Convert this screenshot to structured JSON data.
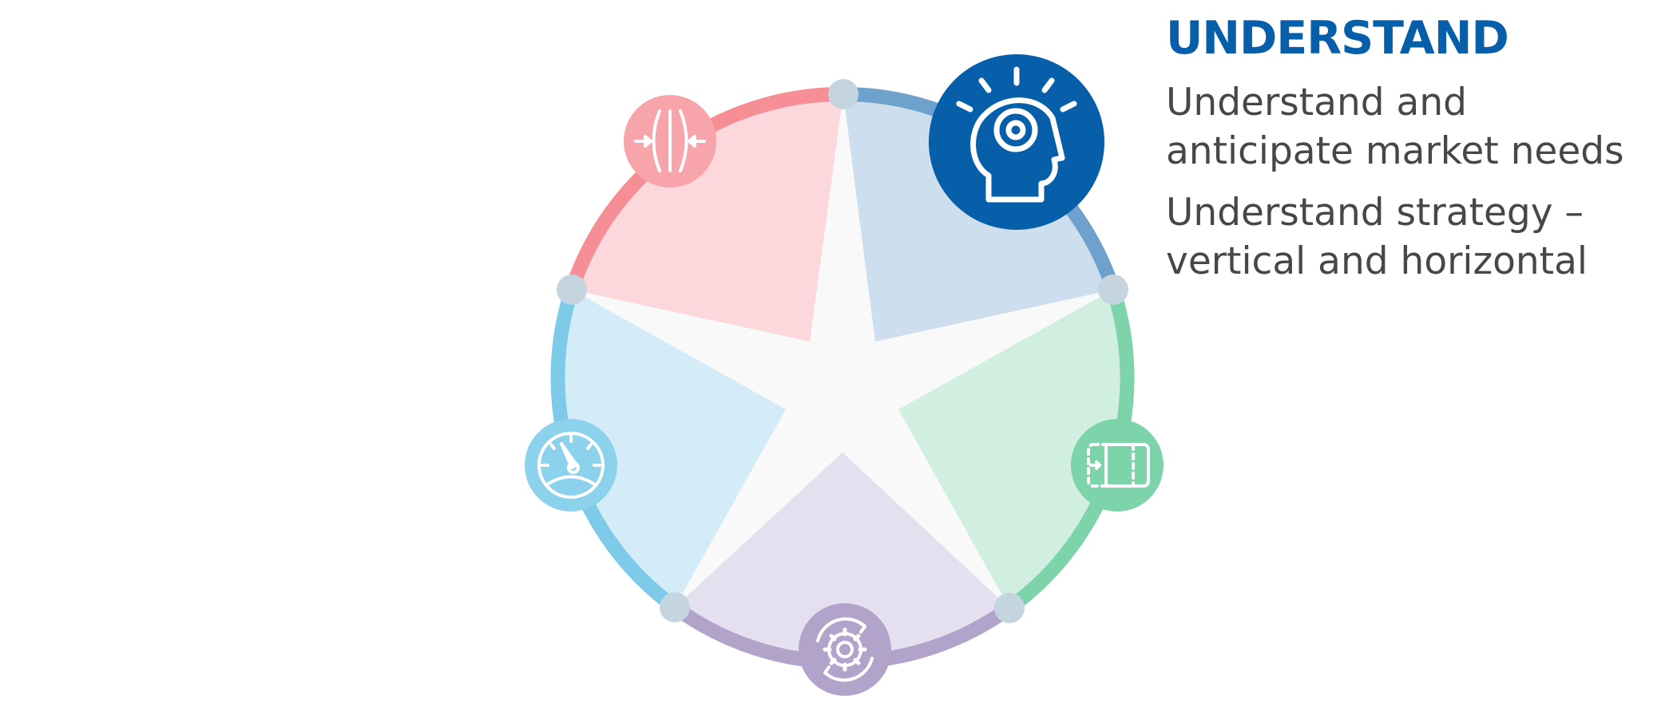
{
  "colors": {
    "understand": "#065fa8",
    "understand_light": "#cddfee",
    "understand_ring": "#6ea2cc",
    "green": "#7dd4aa",
    "green_light": "#d0efe0",
    "purple": "#b2a3cb",
    "purple_light": "#e4e0ef",
    "sky": "#8dd2ec",
    "sky_light": "#d3ecf7",
    "sky_ring": "#7ecae9",
    "pink": "#f8a4ab",
    "pink_light": "#fcd8dc",
    "pink_ring": "#f58e95",
    "node": "#c5d5df",
    "star": "#f9f9f9",
    "text": "#474747"
  },
  "icons": {
    "understand": "head-lightbulb-icon",
    "right": "panel-expand-icon",
    "bottom": "gear-cycle-icon",
    "left": "speedometer-icon",
    "top_left": "compress-arrows-icon"
  },
  "panel": {
    "heading": "UNDERSTAND",
    "paragraphs": [
      "Understand and\nanticipate market needs",
      "Understand strategy –\nvertical and horizontal"
    ]
  }
}
